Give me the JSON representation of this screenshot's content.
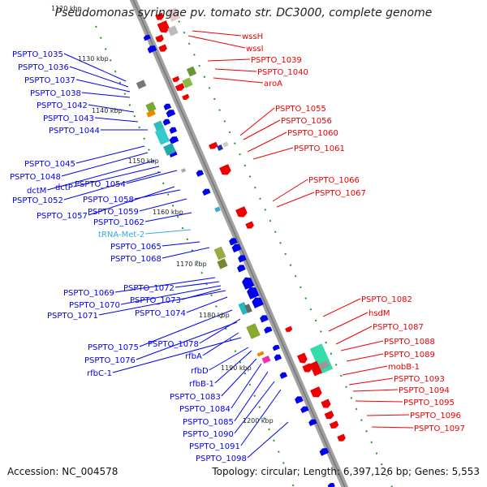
{
  "header": {
    "title": "Pseudomonas syringae pv. tomato str. DC3000, complete genome"
  },
  "footer": {
    "accession": "Accession: NC_004578",
    "summary": "Topology: circular; Length: 6,397,126 bp; Genes: 5,553"
  },
  "colors": {
    "forward": "#0000ee",
    "reverse": "#ee0000",
    "trna": "#33aadd",
    "backbone": "#a0a0a0",
    "tick": "#229922"
  },
  "ruler": [
    "1120 kbp",
    "1130 kbp",
    "1140 kbp",
    "1150 kbp",
    "1160 kbp",
    "1170 kbp",
    "1180 kbp",
    "1190 kbp",
    "1200 kbp"
  ],
  "left_labels": [
    "PSPTO_1035",
    "PSPTO_1036",
    "PSPTO_1037",
    "PSPTO_1038",
    "PSPTO_1042",
    "PSPTO_1043",
    "PSPTO_1044",
    "PSPTO_1045",
    "PSPTO_1048",
    "dctM",
    "dctP",
    "PSPTO_1052",
    "PSPTO_1054",
    "PSPTO_1057",
    "PSPTO_1058",
    "PSPTO_1059",
    "PSPTO_1062",
    "tRNA-Met-2",
    "PSPTO_1065",
    "PSPTO_1068",
    "PSPTO_1069",
    "PSPTO_1072",
    "PSPTO_1070",
    "PSPTO_1073",
    "PSPTO_1071",
    "PSPTO_1074",
    "PSPTO_1075",
    "PSPTO_1078",
    "PSPTO_1076",
    "rfbA",
    "rfbC-1",
    "rfbD",
    "rfbB-1",
    "PSPTO_1083",
    "PSPTO_1084",
    "PSPTO_1085",
    "PSPTO_1090",
    "PSPTO_1091",
    "PSPTO_1098"
  ],
  "right_labels": [
    "wssH",
    "wssI",
    "PSPTO_1039",
    "PSPTO_1040",
    "aroA",
    "PSPTO_1055",
    "PSPTO_1056",
    "PSPTO_1060",
    "PSPTO_1061",
    "PSPTO_1066",
    "PSPTO_1067",
    "PSPTO_1082",
    "hsdM",
    "PSPTO_1087",
    "PSPTO_1088",
    "PSPTO_1089",
    "mobB-1",
    "PSPTO_1093",
    "PSPTO_1094",
    "PSPTO_1095",
    "PSPTO_1096",
    "PSPTO_1097"
  ]
}
